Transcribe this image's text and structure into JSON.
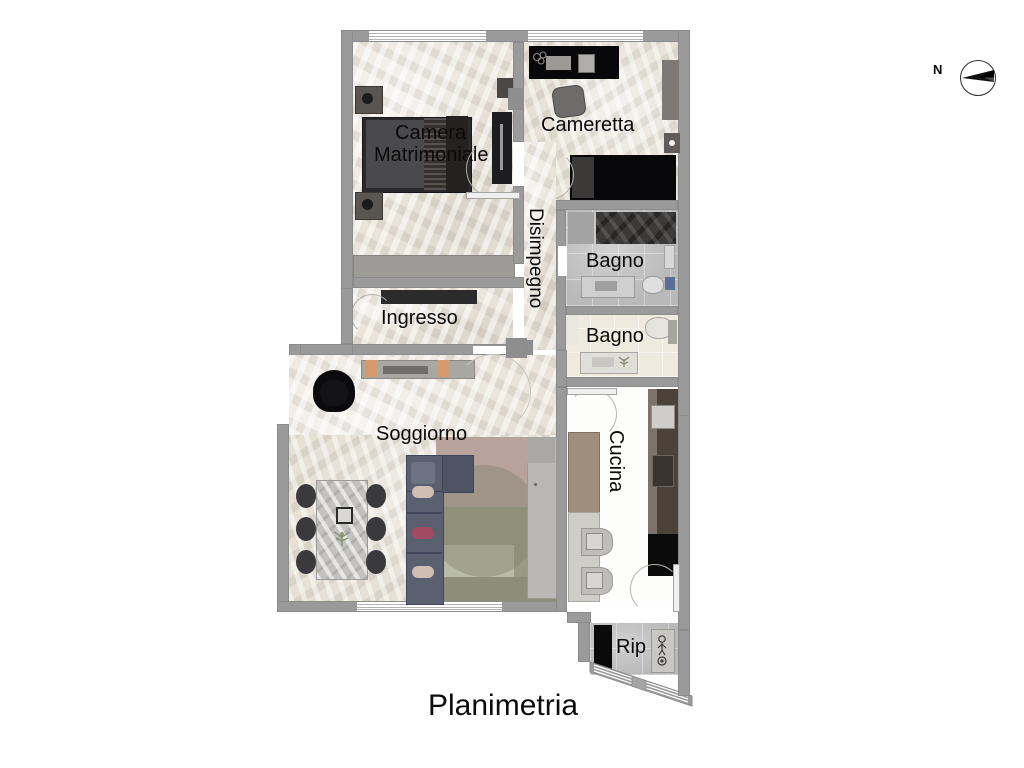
{
  "document": {
    "title": "Planimetria",
    "type": "floor-plan"
  },
  "compass": {
    "label": "N",
    "needle": "compass-needle-west"
  },
  "rooms": [
    {
      "id": "camera_matrimoniale",
      "label_line1": "Camera",
      "label_line2": "Matrimoniale",
      "floor": "marble-beige"
    },
    {
      "id": "cameretta",
      "label": "Cameretta",
      "floor": "marble-beige"
    },
    {
      "id": "disimpegno",
      "label": "Disimpegno",
      "floor": "marble-beige",
      "orientation": "vertical"
    },
    {
      "id": "bagno_1",
      "label": "Bagno",
      "floor": "grey-tile"
    },
    {
      "id": "bagno_2",
      "label": "Bagno",
      "floor": "cream-tile"
    },
    {
      "id": "ingresso",
      "label": "Ingresso",
      "floor": "marble-beige"
    },
    {
      "id": "soggiorno",
      "label": "Soggiorno",
      "floor": "marble-beige"
    },
    {
      "id": "cucina",
      "label": "Cucina",
      "floor": "white",
      "orientation": "vertical"
    },
    {
      "id": "rip",
      "label": "Rip",
      "floor": "grey-tile"
    }
  ],
  "palette": {
    "wall": "#9a9a9a",
    "wall_dark": "#8e8e8e",
    "floor_beige": "#e9e3d9",
    "floor_grey": "#b9b9b9",
    "floor_cream": "#efeade",
    "floor_white": "#fdfdfc",
    "furniture_dark": "#17171a",
    "furniture_grey": "#6e6e74",
    "sofa_blue": "#5b6070",
    "rug_rose": "#b7a39c",
    "rug_olive": "#9a9a83",
    "rug_sage": "#b8bba8",
    "accent_orange": "#d79a6c",
    "text": "#0a0a0a",
    "page_background": "#ffffff"
  },
  "fixtures": {
    "camera_matrimoniale": [
      "double-bed",
      "nightstand-left-top",
      "nightstand-left-bottom",
      "wardrobe-column",
      "wardrobe-strip-bottom",
      "dresser-bottom"
    ],
    "cameretta": [
      "desk-black-top",
      "armchair-grey",
      "single-bed",
      "wardrobe-right"
    ],
    "bagno_1": [
      "shower-dark",
      "washbasin",
      "toilet",
      "bidet"
    ],
    "bagno_2": [
      "toilet",
      "washbasin",
      "shower-screen"
    ],
    "ingresso": [
      "console-dark",
      "sideboard"
    ],
    "soggiorno": [
      "dining-table",
      "dining-chairs-6",
      "sectional-sofa",
      "area-rug",
      "armchair-black",
      "sideboard-tv",
      "console-long"
    ],
    "cucina": [
      "counter-run-dark",
      "island-beige",
      "chair-1",
      "chair-2",
      "fridge-black"
    ],
    "rip": [
      "storage-unit-black",
      "utility-panel"
    ]
  }
}
